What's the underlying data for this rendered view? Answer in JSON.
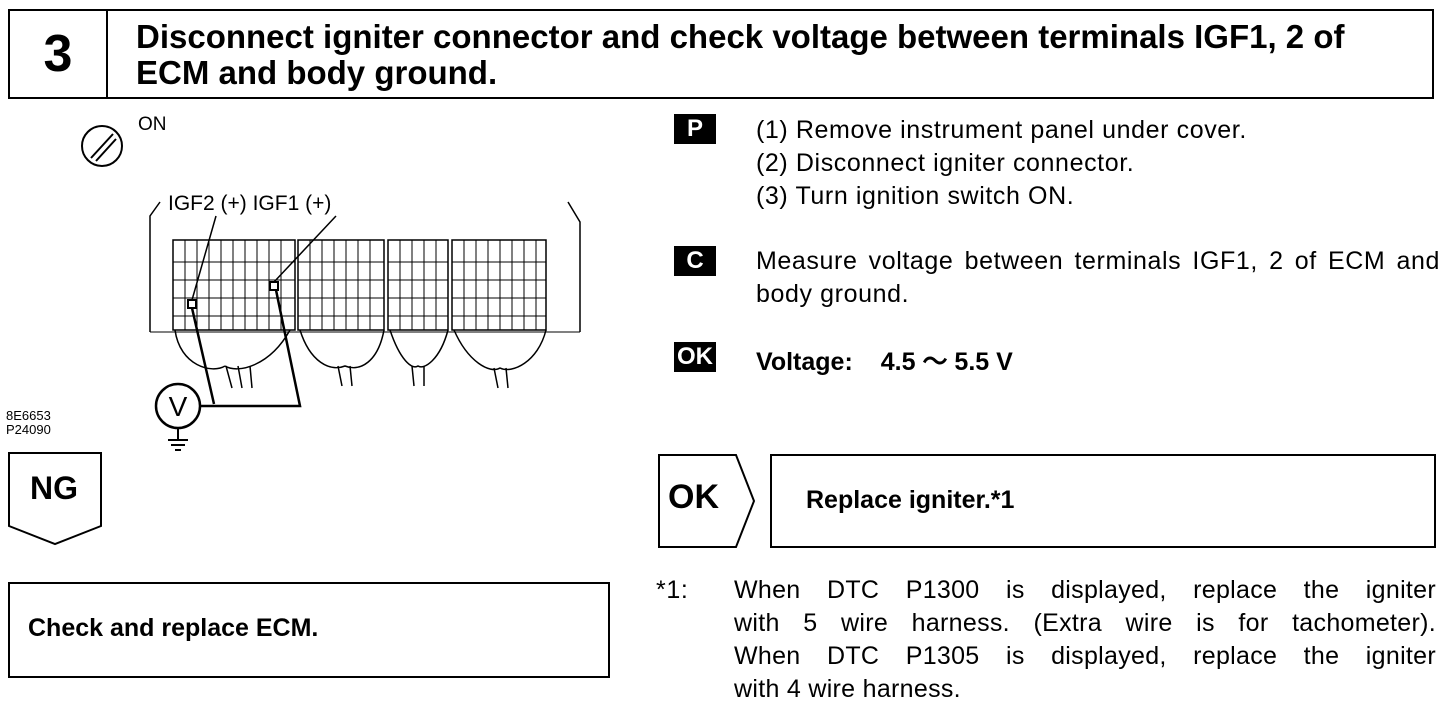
{
  "header": {
    "step_number": "3",
    "title": "Disconnect igniter connector and check voltage between terminals IGF1, 2 of ECM and body ground."
  },
  "diagram": {
    "ignition_label": "ON",
    "terminal_label": "IGF2 (+) IGF1 (+)",
    "voltmeter_symbol": "V",
    "ref_code_1": "8E6653",
    "ref_code_2": "P24090",
    "icons": [
      "ignition-key-icon",
      "voltmeter-icon",
      "ground-icon",
      "ecm-connector-icon"
    ]
  },
  "prep": {
    "badge": "P",
    "steps": [
      "(1) Remove instrument panel under cover.",
      "(2) Disconnect igniter connector.",
      "(3) Turn ignition switch ON."
    ]
  },
  "check": {
    "badge": "C",
    "text": "Measure voltage between terminals IGF1, 2 of ECM and body ground."
  },
  "standard": {
    "badge": "OK",
    "label": "Voltage:",
    "value": "4.5 ～ 5.5 V"
  },
  "ng_branch": {
    "label": "NG",
    "action": "Check and replace ECM."
  },
  "ok_branch": {
    "label": "OK",
    "action": "Replace igniter.*1"
  },
  "note": {
    "mark": "*1:",
    "lines": [
      "When DTC P1300 is displayed, replace the igniter",
      "with 5 wire harness. (Extra wire is for tachometer).",
      "When DTC P1305 is displayed, replace the igniter",
      "with 4 wire harness."
    ]
  }
}
